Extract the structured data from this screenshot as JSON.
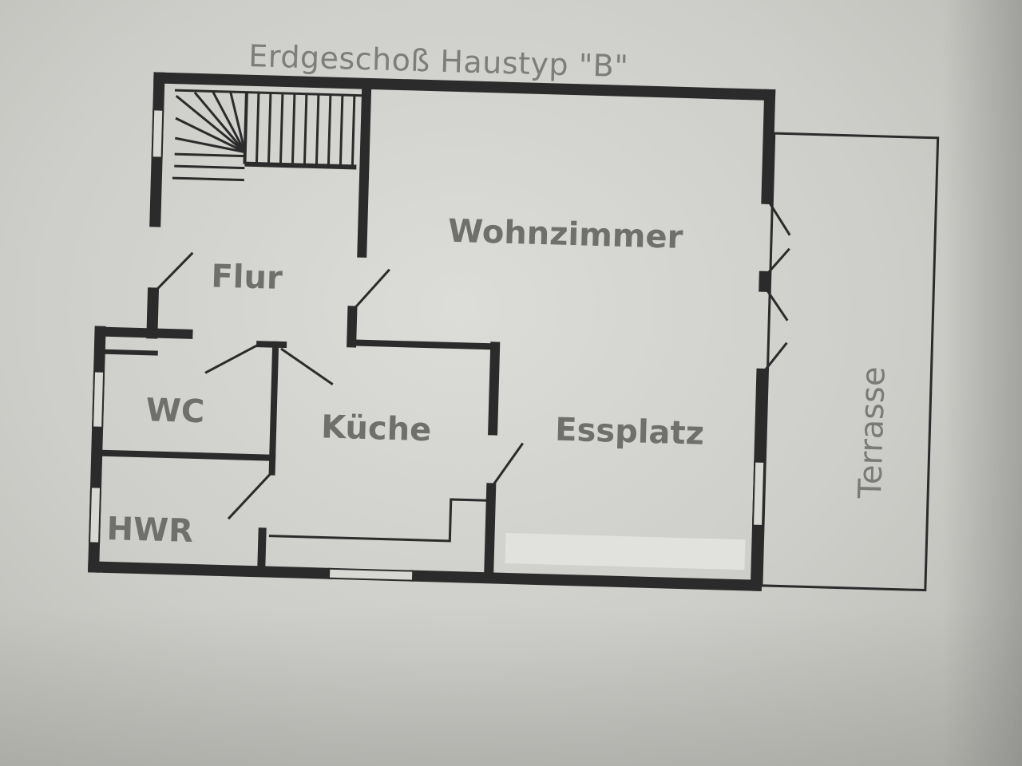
{
  "plan": {
    "title": "Erdgeschoß Haustyp \"B\"",
    "rooms": {
      "wohnzimmer": "Wohnzimmer",
      "flur": "Flur",
      "wc": "WC",
      "kueche": "Küche",
      "essplatz": "Essplatz",
      "hwr": "HWR",
      "terrasse": "Terrasse"
    }
  },
  "colors": {
    "wall": "#2b2b2b",
    "text": "#6f6f6c",
    "paper": "#d3d3cf"
  }
}
